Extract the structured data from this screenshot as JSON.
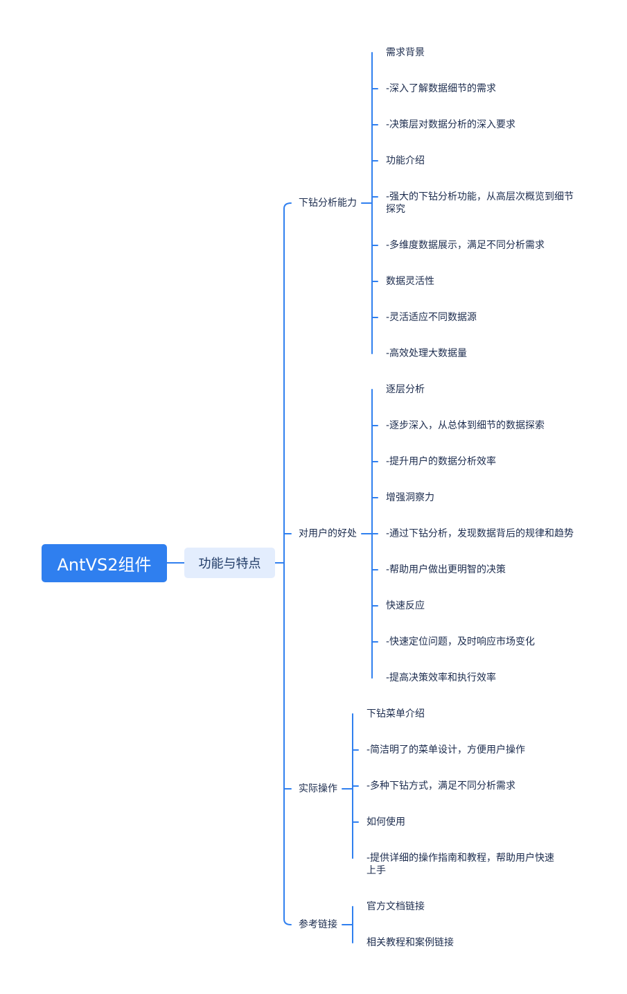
{
  "root": {
    "label": "AntVS2组件"
  },
  "topic": {
    "label": "功能与特点"
  },
  "branches": [
    {
      "label": "下钻分析能力",
      "items": [
        "需求背景",
        "-深入了解数据细节的需求",
        "-决策层对数据分析的深入要求",
        "功能介绍",
        "-强大的下钻分析功能，从高层次概览到细节探究",
        "-多维度数据展示，满足不同分析需求",
        "数据灵活性",
        "-灵活适应不同数据源",
        "-高效处理大数据量"
      ]
    },
    {
      "label": "对用户的好处",
      "items": [
        "逐层分析",
        "-逐步深入，从总体到细节的数据探索",
        "-提升用户的数据分析效率",
        "增强洞察力",
        "-通过下钻分析，发现数据背后的规律和趋势",
        "-帮助用户做出更明智的决策",
        "快速反应",
        "-快速定位问题，及时响应市场变化",
        "-提高决策效率和执行效率"
      ]
    },
    {
      "label": "实际操作",
      "items": [
        "下钻菜单介绍",
        "-简洁明了的菜单设计，方便用户操作",
        "-多种下钻方式，满足不同分析需求",
        "如何使用",
        "-提供详细的操作指南和教程，帮助用户快速上手"
      ]
    },
    {
      "label": "参考链接",
      "items": [
        "官方文档链接",
        "相关教程和案例链接"
      ]
    }
  ],
  "colors": {
    "line": "#2f7fef",
    "root_bg": "#2f7fef",
    "topic_bg": "#e3edfd",
    "text": "#1b2b4d"
  }
}
